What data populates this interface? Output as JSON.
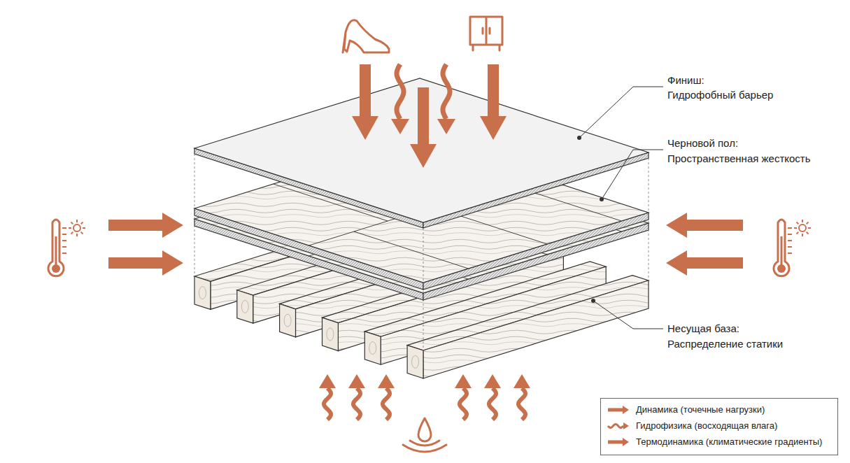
{
  "diagram": {
    "labels": [
      "Финиш:",
      "Гидрофобный барьер",
      "Черновой пол:",
      "Пространственная жесткость",
      "Несущая база:",
      "Распределение статики"
    ],
    "legend": [
      {
        "text": "Динамика (точечные нагрузки)"
      },
      {
        "text": "Гидрофизика (восходящая влага)"
      },
      {
        "text": "Термодинамика (климатические градиенты)"
      }
    ]
  }
}
